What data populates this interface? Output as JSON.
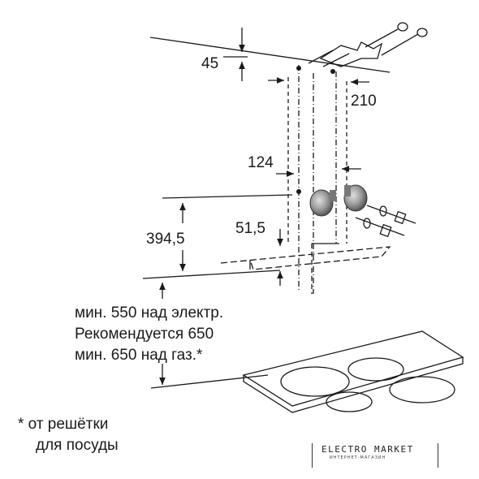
{
  "dimensions": {
    "top_offset": "45",
    "side_spacing": "210",
    "bracket_spacing": "124",
    "height": "394,5",
    "small_offset": "51,5"
  },
  "install_note": {
    "line1": "мин. 550 над электр.",
    "line2": "Рекомендуется 650",
    "line3": "мин. 650 над газ.*"
  },
  "footnote": {
    "line1": "* от решётки",
    "line2": "для посуды"
  },
  "logo": {
    "name": "ELECTRO MARKET",
    "tagline": "ИНТЕРНЕТ-МАГАЗИН"
  }
}
